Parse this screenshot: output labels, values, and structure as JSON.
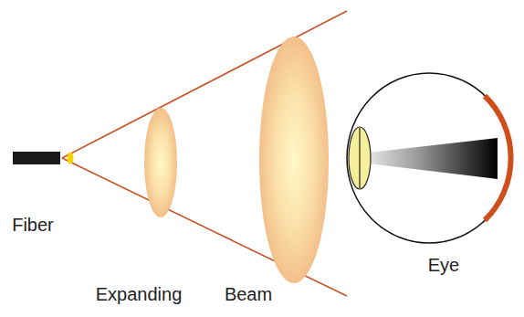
{
  "diagram": {
    "labels": [
      "Fiber",
      "Expanding",
      "Beam",
      "Eye"
    ]
  }
}
